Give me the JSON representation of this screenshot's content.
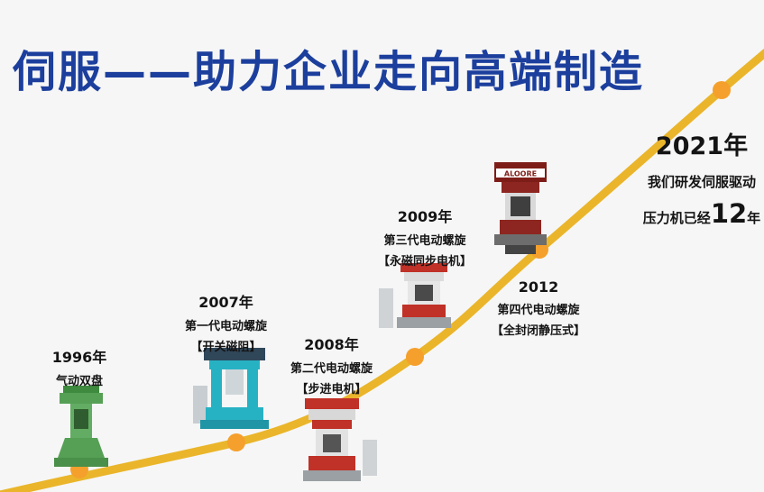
{
  "title": "伺服——助力企业走向高端制造",
  "brand_label": "ALOORE",
  "milestones": [
    {
      "year": "1996年",
      "line1": "气动双盘"
    },
    {
      "year": "2007年",
      "line1": "第一代电动螺旋",
      "line2": "【开关磁阻】"
    },
    {
      "year": "2008年",
      "line1": "第二代电动螺旋",
      "line2": "【步进电机】"
    },
    {
      "year": "2009年",
      "line1": "第三代电动螺旋",
      "line2": "【永磁同步电机】"
    },
    {
      "year": "2012",
      "line1": "第四代电动螺旋",
      "line2": "【全封闭静压式】"
    },
    {
      "year": "2021年",
      "line1": "我们研发伺服驱动",
      "line2_prefix": "压力机已经",
      "line2_number": "12",
      "line2_suffix": "年"
    }
  ],
  "colors": {
    "title_blue": "#1c3f9d",
    "curve_gold": "#EAB52A",
    "dot_orange": "#F5A02C"
  }
}
